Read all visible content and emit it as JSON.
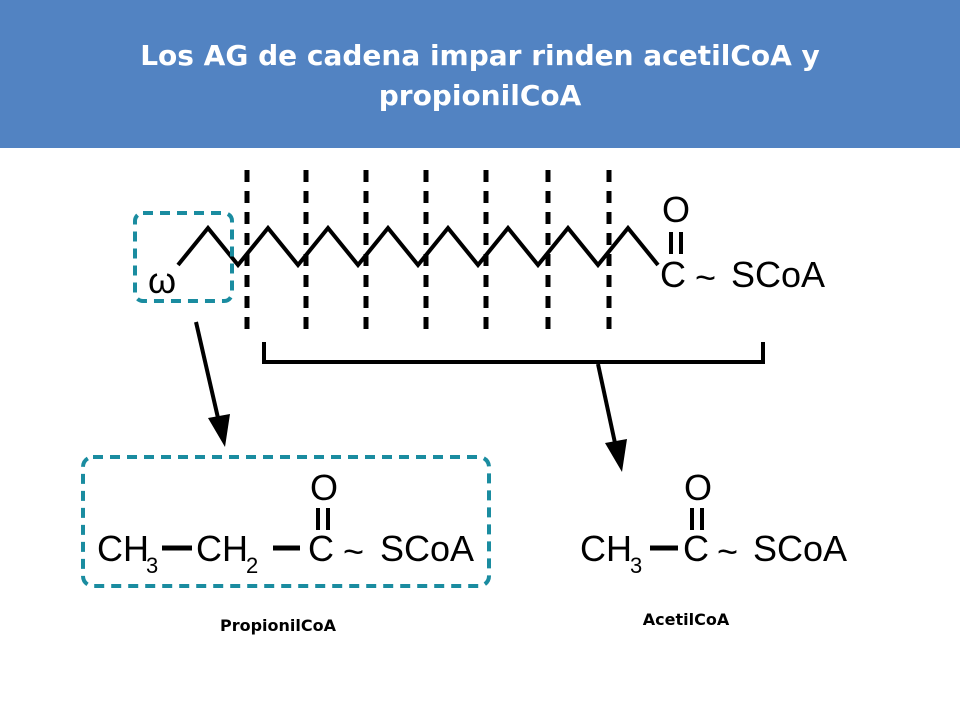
{
  "slide": {
    "title_line1": "Los AG de cadena impar  rinden acetilCoA y",
    "title_line2": "propionilCoA",
    "header_color": "#5283c2",
    "highlight_color": "#1a8ca0"
  },
  "chain": {
    "omega_label": "ω",
    "carbonyl_o": "O",
    "carbonyl_c": "C",
    "thioester_bond": "~",
    "scoa": "SCoA"
  },
  "propionyl": {
    "ch3": "CH",
    "ch3_sub": "3",
    "ch2": "CH",
    "ch2_sub": "2",
    "o": "O",
    "c": "C",
    "bond": "~",
    "scoa": "SCoA",
    "caption": "PropionilCoA"
  },
  "acetyl": {
    "ch3": "CH",
    "ch3_sub": "3",
    "o": "O",
    "c": "C",
    "bond": "~",
    "scoa": "SCoA",
    "caption": "AcetilCoA"
  }
}
